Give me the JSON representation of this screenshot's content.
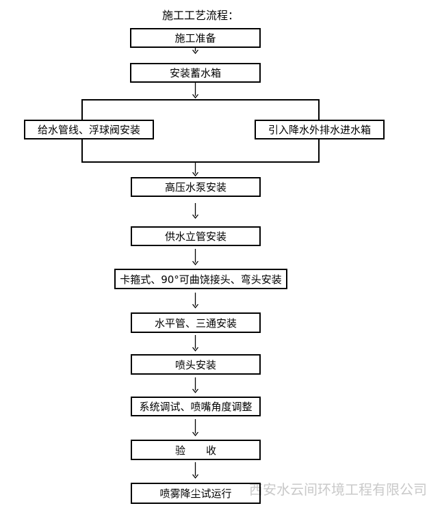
{
  "title": "施工工艺流程：",
  "flowchart": {
    "steps": [
      "施工准备",
      "安装蓄水箱",
      "高压水泵安装",
      "供水立管安装",
      "卡箍式、90°可曲饶接头、弯头安装",
      "水平管、三通安装",
      "喷头安装",
      "系统调试、喷嘴角度调整",
      "验　　收",
      "喷雾降尘试运行"
    ],
    "branches": {
      "left": "给水管线、浮球阀安装",
      "right": "引入降水外排水进水箱"
    }
  },
  "watermark": "西安水云间环境工程有限公司",
  "colors": {
    "line": "#000000",
    "background": "#ffffff",
    "watermark_gray": "#c9c9c9"
  }
}
